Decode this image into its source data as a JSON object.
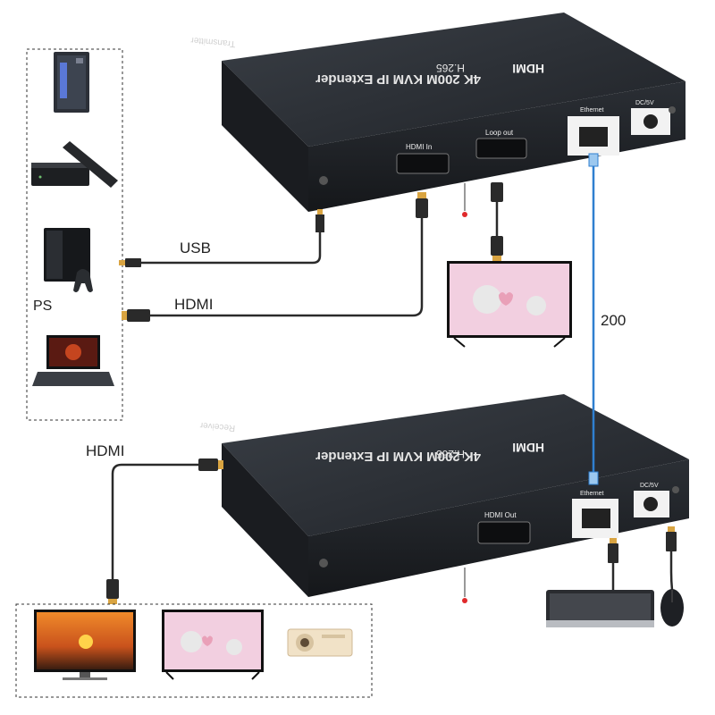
{
  "labels": {
    "usb": "USB",
    "hdmi_top": "HDMI",
    "ps": "PS",
    "cable_length": "200",
    "hdmi_bottom": "HDMI"
  },
  "transmitter": {
    "title": "4K 200M KVM IP Extender",
    "codec": "H.265",
    "role": "Transmitter",
    "brand": "HDMI",
    "ports": {
      "hdmi_in": "HDMI In",
      "loop_out": "Loop out",
      "ethernet": "Ethernet",
      "dc": "DC/5V"
    }
  },
  "receiver": {
    "title": "4K 200M KVM IP Extender",
    "codec": "H.265",
    "role": "Receiver",
    "brand": "HDMI",
    "ports": {
      "hdmi_out": "HDMI Out",
      "ethernet": "Ethernet",
      "dc": "DC/5V"
    }
  },
  "colors": {
    "device_body": "#23272d",
    "device_front": "#1b1e22",
    "cable": "#2a2a2a",
    "network_cable": "#2f7fd0",
    "usb_tip": "#d9a441",
    "dot": "#e0292b"
  }
}
